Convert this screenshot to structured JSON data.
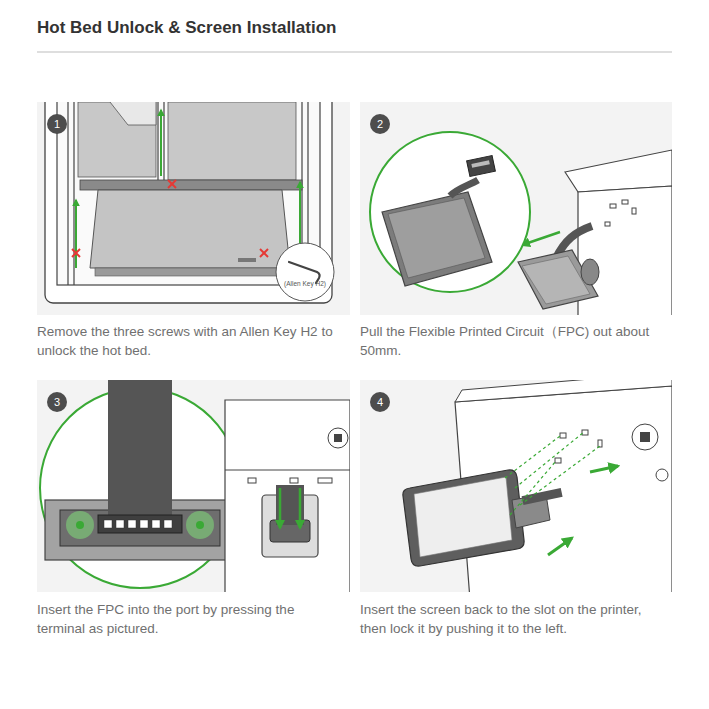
{
  "diagram": {
    "title": "Hot Bed Unlock & Screen Installation",
    "nodes": [
      {
        "text": [
          "1"
        ]
      },
      {
        "text": [
          "(Allen Key H2)"
        ]
      },
      {
        "text": [
          "2"
        ]
      },
      {
        "text": [
          "3"
        ]
      },
      {
        "text": [
          "4"
        ]
      }
    ],
    "labels": [
      "Remove the three screws with an Allen Key H2 to unlock the hot bed.",
      "Pull the Flexible Printed Circuit（FPC) out about 50mm.",
      "Insert the FPC into the port by pressing the terminal as pictured.",
      "Insert the screen back to the slot on the printer, then lock it by pushing it to the left."
    ]
  }
}
